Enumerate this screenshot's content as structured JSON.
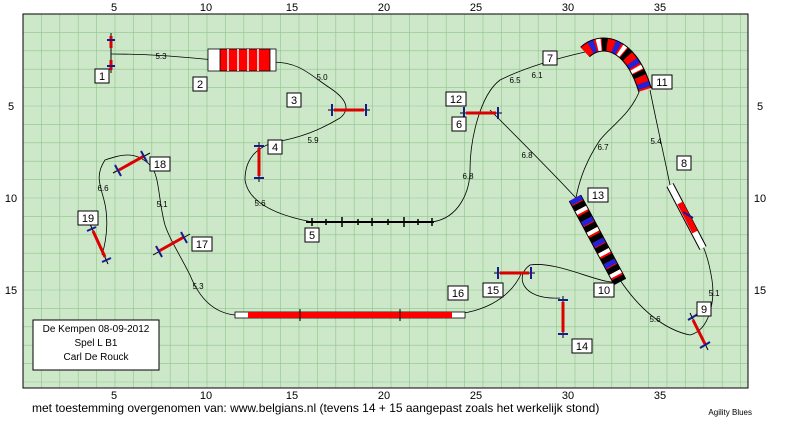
{
  "course": {
    "axis_x": [
      "5",
      "10",
      "15",
      "20",
      "25",
      "30",
      "35"
    ],
    "axis_y": [
      "5",
      "10",
      "15"
    ],
    "numbers": [
      "1",
      "2",
      "3",
      "4",
      "5",
      "6",
      "7",
      "8",
      "9",
      "10",
      "11",
      "12",
      "13",
      "14",
      "15",
      "16",
      "17",
      "18",
      "19"
    ],
    "distances": [
      "5.3",
      "5.0",
      "5.9",
      "5.6",
      "6.6",
      "5.1",
      "5.3",
      "6.8",
      "6.5",
      "6.1",
      "6.8",
      "6.7",
      "5.4",
      "5.1",
      "5.6"
    ],
    "info_box": {
      "line1": "De Kempen 08-09-2012",
      "line2": "Spel L B1",
      "line3": "Carl De Rouck"
    },
    "footer": "met toestemming overgenomen van: www.belgians.nl (tevens 14 + 15 aangepast zoals het werkelijk stond)",
    "credit": "Agility Blues",
    "colors": {
      "field": "#cce8c8",
      "grid": "#8fc48d",
      "path": "#000000",
      "red": "#ff0000",
      "blue": "#2222dd",
      "bar": "#1a1a8c",
      "label_bg": "#ffffff"
    }
  }
}
